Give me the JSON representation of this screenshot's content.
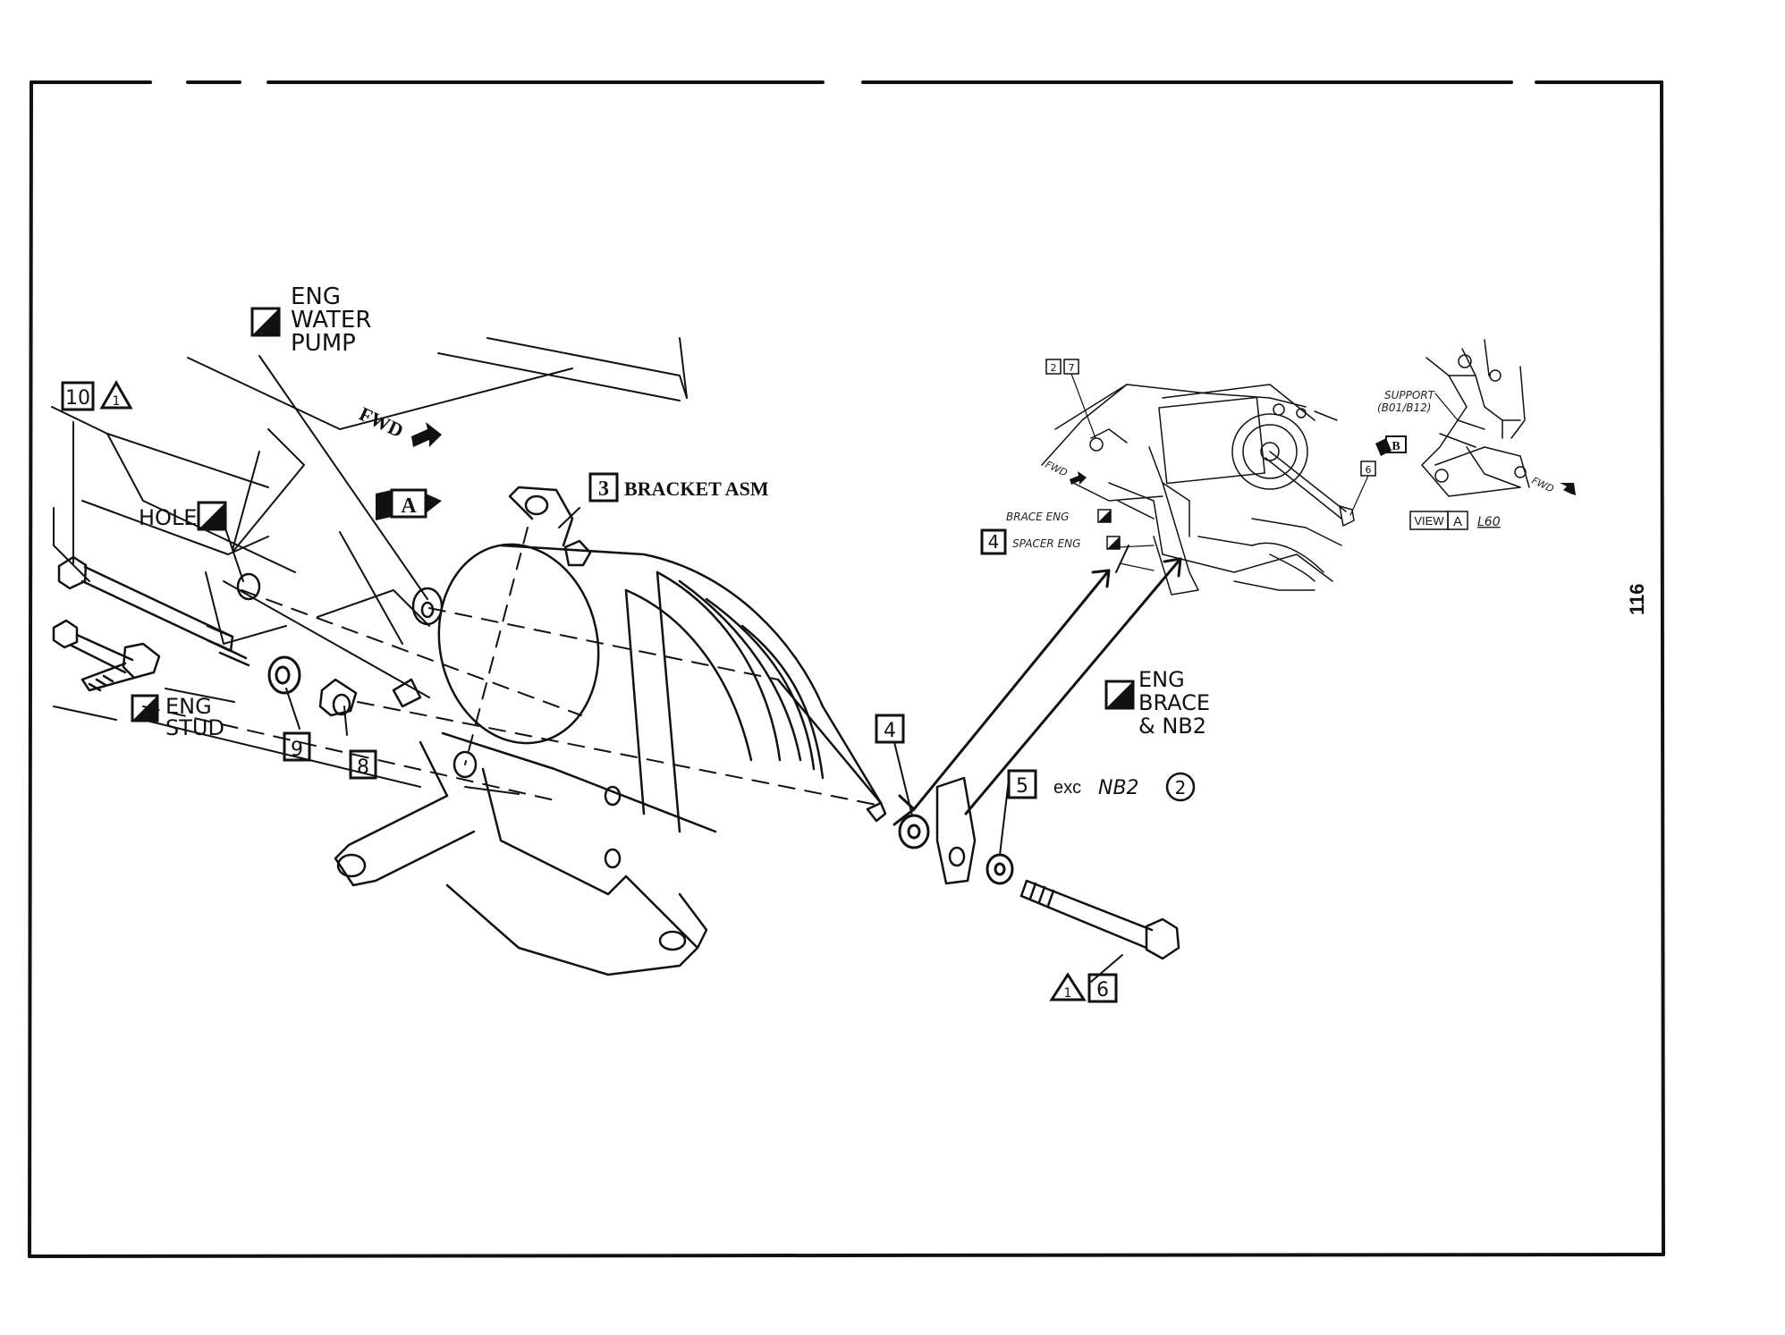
{
  "page": {
    "number": "116"
  },
  "colors": {
    "ink": "#111111",
    "paper": "#ffffff"
  },
  "main_view": {
    "labels": {
      "water_pump": [
        "ENG",
        "WATER",
        "PUMP"
      ],
      "fwd": "FWD",
      "view_a_flag": "A",
      "bracket_num": "3",
      "bracket_name": "BRACKET ASM",
      "hole": "HOLE",
      "eng_stud": [
        "ENG",
        "STUD"
      ],
      "eng_brace": [
        "ENG",
        "BRACE",
        "& NB2"
      ],
      "exc": "exc",
      "nb2": "NB2",
      "note_circle": "2"
    },
    "callouts": {
      "c10": "10",
      "c10_note": "1",
      "c9": "9",
      "c8": "8",
      "c4": "4",
      "c5": "5",
      "c6": "6",
      "c6_note": "1"
    }
  },
  "detail_view": {
    "callouts": {
      "c7": "7",
      "c7_note": "2",
      "c6": "6",
      "c4": "4"
    },
    "labels": {
      "fwd": "FWD",
      "b_flag": "B",
      "brace_eng": "BRACE ENG",
      "spacer_eng": "SPACER ENG"
    }
  },
  "view_a": {
    "support": [
      "SUPPORT",
      "(B01/B12)"
    ],
    "fwd": "FWD",
    "view_word": "VIEW",
    "view_letter": "A",
    "engine_code": "L60"
  },
  "icons": [
    "note-triangle-icon",
    "part-box-icon",
    "fwd-arrow-icon",
    "view-flag-icon"
  ]
}
